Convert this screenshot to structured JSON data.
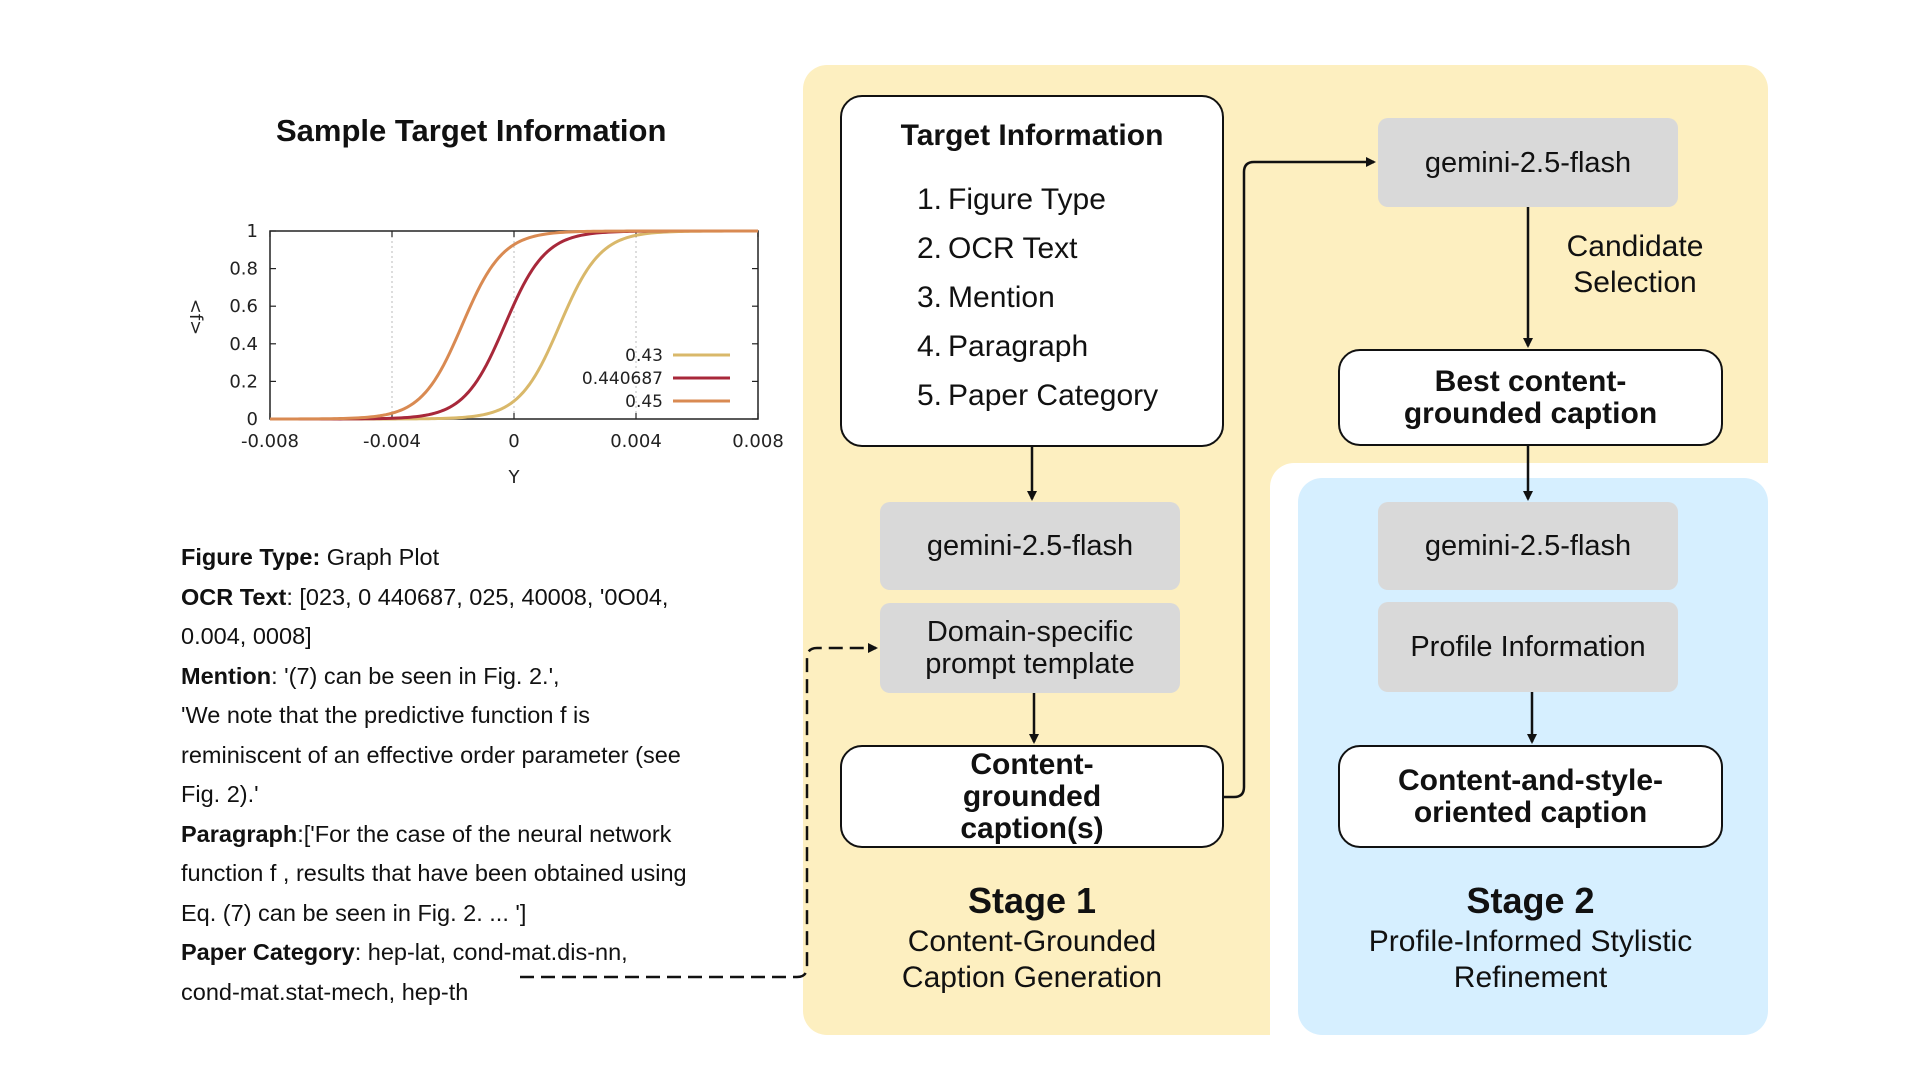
{
  "sample": {
    "title": "Sample Target Information",
    "info": [
      {
        "label": "Figure Type:",
        "text": " Graph Plot"
      },
      {
        "label": "OCR Text",
        "text": ": [023, 0 440687, 025, 40008, '0O04,"
      },
      {
        "label": "",
        "text": "0.004, 0008]"
      },
      {
        "label": "Mention",
        "text": ": '(7) can be seen in Fig. 2.',"
      },
      {
        "label": "",
        "text": " 'We note that the predictive function f is"
      },
      {
        "label": "",
        "text": "reminiscent of an effective order parameter (see"
      },
      {
        "label": "",
        "text": "Fig. 2).'"
      },
      {
        "label": "Paragraph",
        "text": ":['For the case of the neural network"
      },
      {
        "label": "",
        "text": "function f , results that have been obtained using"
      },
      {
        "label": "",
        "text": "Eq. (7) can be seen in Fig. 2. ... ']"
      },
      {
        "label": "Paper Category",
        "text": ": hep-lat, cond-mat.dis-nn,"
      },
      {
        "label": "",
        "text": "cond-mat.stat-mech, hep-th"
      }
    ]
  },
  "chart_data": {
    "type": "line",
    "title": "",
    "xlabel": "Y",
    "ylabel": "<f>",
    "xlim": [
      -0.008,
      0.008
    ],
    "ylim": [
      0,
      1
    ],
    "x_ticks": [
      "-0.008",
      "-0.004",
      "0",
      "0.004",
      "0.008"
    ],
    "y_ticks": [
      "0",
      "0.2",
      "0.4",
      "0.6",
      "0.8",
      "1"
    ],
    "grid": true,
    "legend_position": "bottom-right",
    "series": [
      {
        "name": "0.43",
        "color": "#d9b86a",
        "midpoint": 0.0015,
        "steepness": 1500
      },
      {
        "name": "0.440687",
        "color": "#a8283a",
        "midpoint": -0.0003,
        "steepness": 1500
      },
      {
        "name": "0.45",
        "color": "#d98a52",
        "midpoint": -0.0017,
        "steepness": 1500
      }
    ]
  },
  "stage1": {
    "target_box": {
      "title": "Target Information",
      "items": [
        "1. Figure Type",
        "2. OCR Text",
        "3. Mention",
        "4. Paragraph",
        "5. Paper Category"
      ]
    },
    "model": "gemini-2.5-flash",
    "template": "Domain-specific prompt template",
    "output": "Content-grounded caption(s)",
    "stage_title": "Stage 1",
    "stage_subtitle": "Content-Grounded Caption Generation"
  },
  "selection": {
    "model": "gemini-2.5-flash",
    "label": "Candidate Selection",
    "best": "Best content-grounded caption"
  },
  "stage2": {
    "model": "gemini-2.5-flash",
    "profile": "Profile Information",
    "output": "Content-and-style-oriented caption",
    "stage_title": "Stage 2",
    "stage_subtitle": "Profile-Informed Stylistic Refinement"
  },
  "colors": {
    "stage1_bg": "#fdefc0",
    "stage2_bg": "#d6efff",
    "model_box": "#d9d9d9"
  }
}
